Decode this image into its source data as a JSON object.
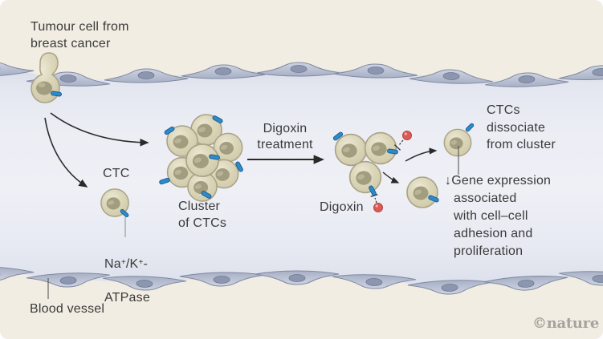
{
  "figure": {
    "title_context": "Digoxin dissociates circulating tumour cell clusters",
    "labels": {
      "tumour_cell": "Tumour cell from\nbreast cancer",
      "ctc": "CTC",
      "nak": {
        "p1": "Na",
        "sup1": "+",
        "p2": "/K",
        "sup2": "+",
        "p3": "-",
        "line2": "ATPase"
      },
      "cluster": "Cluster\nof CTCs",
      "digoxin_treatment": "Digoxin\ntreatment",
      "digoxin": "Digoxin",
      "dissociate": "CTCs\ndissociate\nfrom cluster",
      "gene_expression": "↓Gene expression\nassociated\nwith cell–cell\nadhesion and\nproliferation",
      "blood_vessel": "Blood vessel",
      "watermark": "©nature"
    },
    "icons": {
      "na_k_atpase_pump": "blue membrane dash",
      "digoxin_molecule": "red dot",
      "inhibition": "dashed line with T-bar",
      "arrows": "black curved/straight arrows"
    },
    "colors": {
      "background_outside_vessel": "#f2ede2",
      "vessel_lumen": "#eceef4",
      "endothelial_cell": "#b9c1d3",
      "endothelial_nucleus": "#8d96af",
      "ctc_cell_body": "#dcd7ba",
      "ctc_nucleus": "#a39d7f",
      "pump_blue": "#2e8bcb",
      "digoxin_red": "#dc5a57",
      "text": "#3a3a3a",
      "watermark_gray": "#a5a39d"
    }
  }
}
